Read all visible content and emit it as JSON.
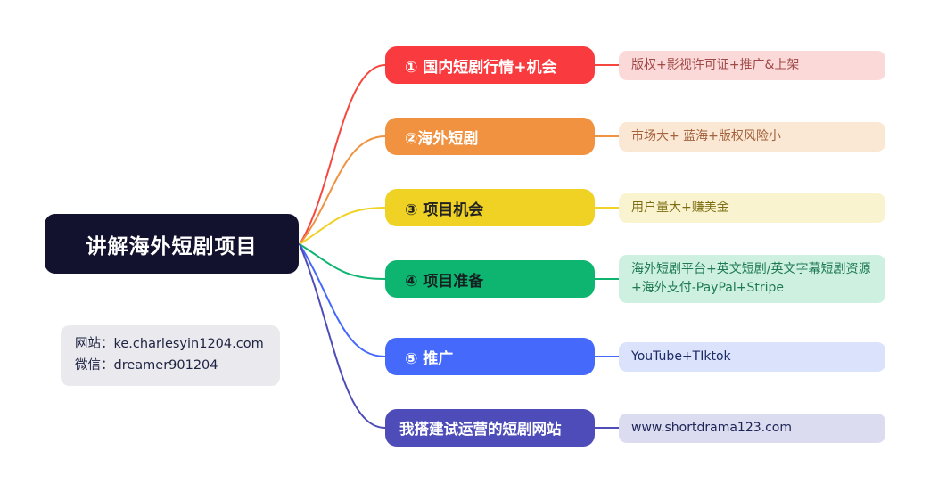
{
  "root": {
    "label": "讲解海外短剧项目",
    "bg": "#12122e",
    "text_color": "#ffffff"
  },
  "contact": {
    "website": "网站：ke.charlesyin1204.com",
    "wechat": "微信：dreamer901204",
    "bg": "#e9e9ee",
    "text_color": "#1d2340"
  },
  "branches": [
    {
      "label": "① 国内短剧行情+机会",
      "node_bg": "#f93b40",
      "node_text": "#ffffff",
      "leaf": "版权+影视许可证+推广&上架",
      "leaf_bg": "#fbd9d9",
      "leaf_text": "#a04a48",
      "line": "#f6473f"
    },
    {
      "label": "②海外短剧",
      "node_bg": "#f0923f",
      "node_text": "#ffffff",
      "leaf": "市场大+ 蓝海+版权风险小",
      "leaf_bg": "#fae8d4",
      "leaf_text": "#a3613c",
      "line": "#f0923f"
    },
    {
      "label": "③ 项目机会",
      "node_bg": "#f0d224",
      "node_text": "#222222",
      "leaf": "用户量大+赚美金",
      "leaf_bg": "#faf3cf",
      "leaf_text": "#7c6d10",
      "line": "#f0d224"
    },
    {
      "label": "④ 项目准备",
      "node_bg": "#0db571",
      "node_text": "#152020",
      "leaf": "海外短剧平台+英文短剧/英文字幕短剧资源+海外支付-PayPal+Stripe",
      "leaf_bg": "#cdf0e0",
      "leaf_text": "#1f7a52",
      "line": "#0db571"
    },
    {
      "label": "⑤ 推广",
      "node_bg": "#4569fb",
      "node_text": "#ffffff",
      "leaf": "YouTube+TIktok",
      "leaf_bg": "#dbe2fb",
      "leaf_text": "#1c2a66",
      "line": "#4569fb"
    },
    {
      "label": "我搭建试运营的短剧网站",
      "node_bg": "#4d4cb8",
      "node_text": "#ffffff",
      "leaf": "www.shortdrama123.com",
      "leaf_bg": "#dcdcf0",
      "leaf_text": "#1c2355",
      "line": "#4d4cb8"
    }
  ]
}
